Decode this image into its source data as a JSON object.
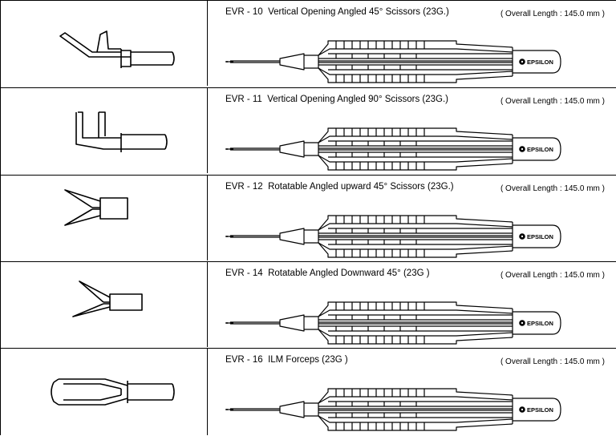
{
  "instruments": [
    {
      "code": "EVR - 10",
      "name": "Vertical Opening Angled 45° Scissors (23G.)",
      "length": "( Overall Length : 145.0 mm )",
      "tip_icon": "scissors-45-vertical-tip-icon"
    },
    {
      "code": "EVR - 11",
      "name": "Vertical Opening Angled 90° Scissors (23G.)",
      "length": "( Overall Length : 145.0 mm )",
      "tip_icon": "scissors-90-vertical-tip-icon"
    },
    {
      "code": "EVR - 12",
      "name": "Rotatable Angled upward 45° Scissors (23G.)",
      "length": "( Overall Length : 145.0 mm )",
      "tip_icon": "scissors-45-upward-tip-icon"
    },
    {
      "code": "EVR - 14",
      "name": "Rotatable Angled Downward 45° (23G )",
      "length": "( Overall Length : 145.0 mm )",
      "tip_icon": "scissors-45-downward-tip-icon"
    },
    {
      "code": "EVR - 16",
      "name": "ILM Forceps (23G )",
      "length": "( Overall Length : 145.0 mm )",
      "tip_icon": "ilm-forceps-tip-icon"
    }
  ],
  "brand": "EPSILON"
}
